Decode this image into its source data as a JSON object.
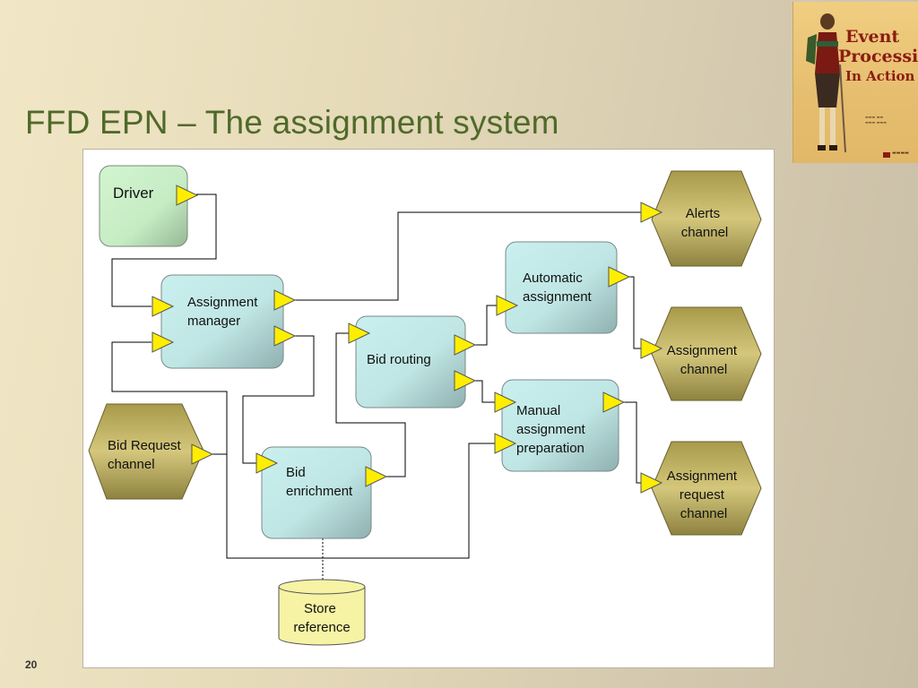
{
  "slide": {
    "title": "FFD EPN – The assignment system",
    "number": "20"
  },
  "book": {
    "title_line1": "Event",
    "title_line2": "Processing",
    "title_line3": "In Action"
  },
  "diagram": {
    "nodes": {
      "driver": [
        "Driver"
      ],
      "assignment_manager": [
        "Assignment",
        "manager"
      ],
      "bid_request_channel": [
        "Bid Request",
        "channel"
      ],
      "bid_routing": [
        "Bid routing"
      ],
      "bid_enrichment": [
        "Bid",
        "enrichment"
      ],
      "automatic_assignment": [
        "Automatic",
        "assignment"
      ],
      "manual_assignment_preparation": [
        "Manual",
        "assignment",
        "preparation"
      ],
      "alerts_channel": [
        "Alerts",
        "channel"
      ],
      "assignment_channel": [
        "Assignment",
        "channel"
      ],
      "assignment_request_channel": [
        "Assignment",
        "request",
        "channel"
      ],
      "store_reference": [
        "Store",
        "reference"
      ]
    }
  },
  "colors": {
    "title": "#4f6a2a",
    "agent_fill": "#bfe8e6",
    "driver_fill": "#c8efc6",
    "channel_fill": "#c4b66a",
    "store_fill": "#f6f3a4",
    "port_fill": "#ffee00",
    "book_title": "#8a1d12"
  }
}
